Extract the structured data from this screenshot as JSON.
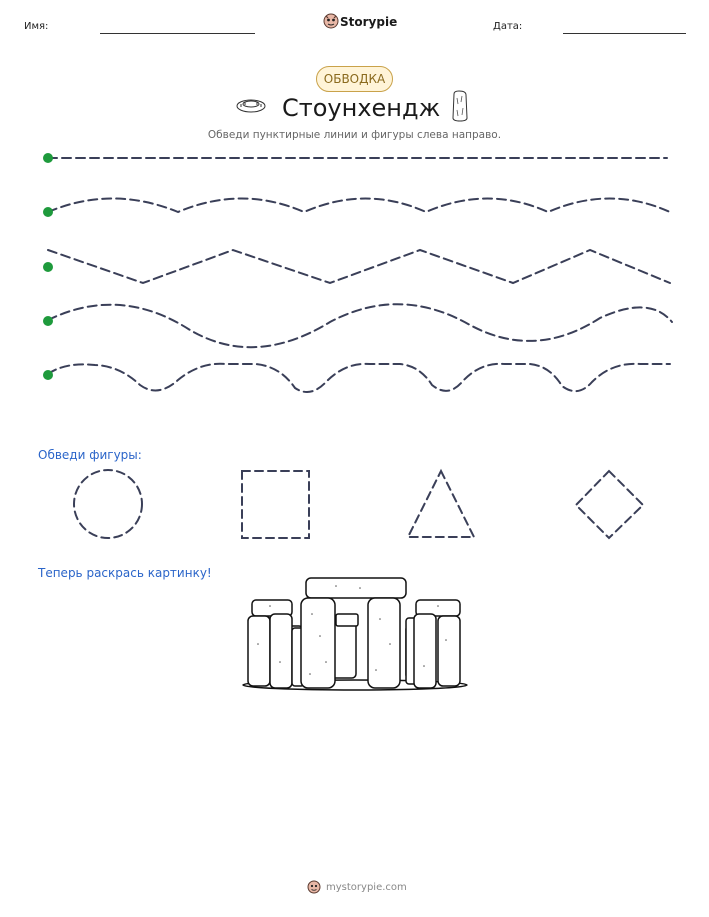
{
  "header": {
    "name_label": "Имя:",
    "date_label": "Дата:",
    "brand": "Storypie"
  },
  "badge": "ОБВОДКА",
  "title": "Стоунхендж",
  "subtitle": "Обведи пунктирные линии и фигуры слева направо.",
  "shapes_section": {
    "label": "Обведи фигуры:",
    "shapes": [
      "circle",
      "square",
      "triangle",
      "diamond"
    ]
  },
  "coloring_section": {
    "label": "Теперь раскрась картинку!"
  },
  "footer": {
    "url": "mystorypie.com"
  },
  "colors": {
    "dash": "#3a3f58",
    "start_dot": "#1e9a3c",
    "section_blue": "#2b65c9",
    "badge_bg": "#fff4d8",
    "badge_border": "#c9a24a"
  },
  "icons": [
    "storypie-logo-icon",
    "stone-ring-icon",
    "standing-stone-icon"
  ]
}
